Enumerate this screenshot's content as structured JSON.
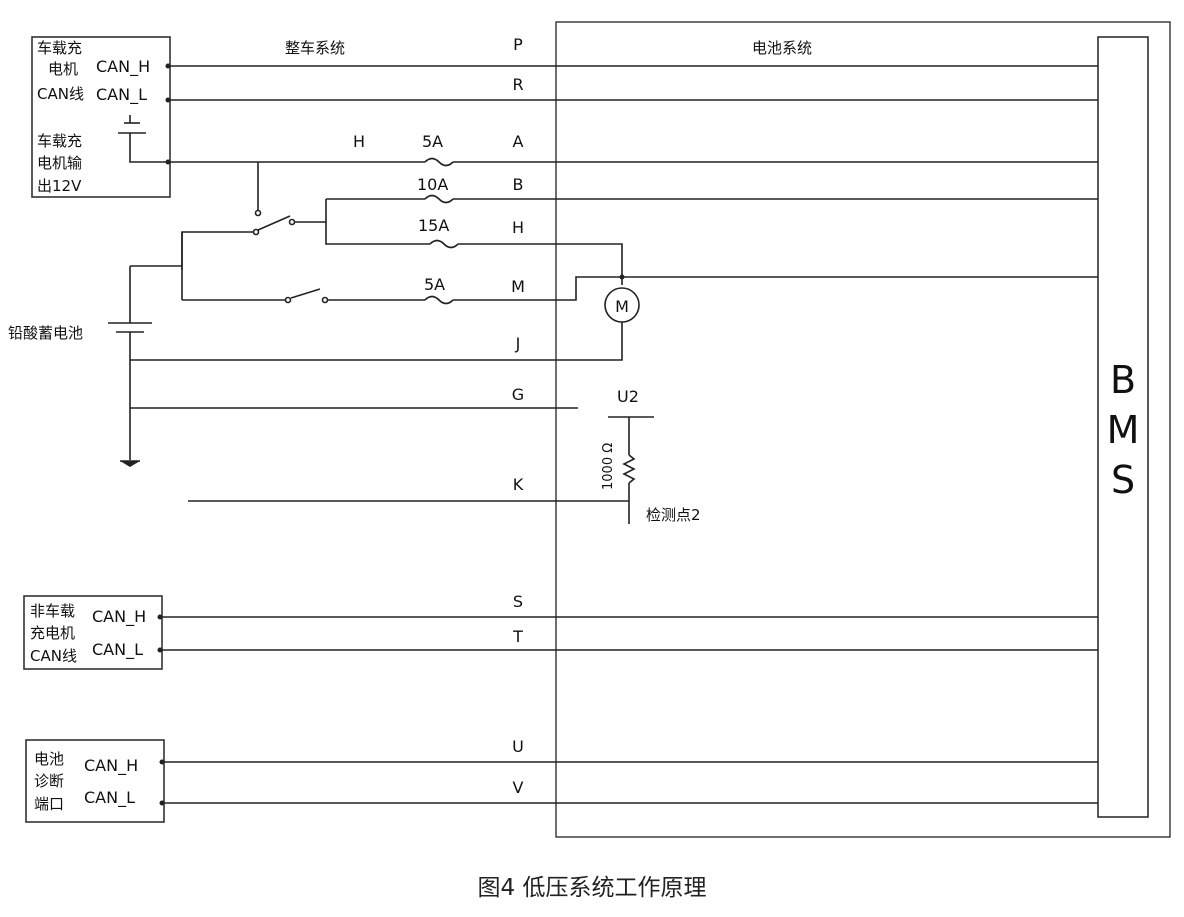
{
  "system_labels": {
    "vehicle": "整车系统",
    "battery": "电池系统"
  },
  "bms": {
    "letters": [
      "B",
      "M",
      "S"
    ]
  },
  "onboard_charger_can": {
    "title_lines": [
      "车载充",
      "电机",
      "CAN线"
    ],
    "can_h": "CAN_H",
    "can_l": "CAN_L"
  },
  "onboard_charger_12v": {
    "title_lines": [
      "车载充",
      "电机输",
      "出12V"
    ]
  },
  "offboard_charger_can": {
    "title_lines": [
      "非车载",
      "充电机",
      "CAN线"
    ],
    "can_h": "CAN_H",
    "can_l": "CAN_L"
  },
  "diag_port": {
    "title_lines": [
      "电池",
      "诊断",
      "端口"
    ],
    "can_h": "CAN_H",
    "can_l": "CAN_L"
  },
  "pins": [
    "P",
    "R",
    "A",
    "B",
    "H",
    "M",
    "J",
    "G",
    "K",
    "S",
    "T",
    "U",
    "V"
  ],
  "wire_h_label": "H",
  "fuses": [
    "5A",
    "10A",
    "15A",
    "5A"
  ],
  "lead_acid_battery": "铅酸蓄电池",
  "motor": "M",
  "u2": "U2",
  "resistor": "1000 Ω",
  "test_point": "检测点2",
  "caption": "图4 低压系统工作原理"
}
